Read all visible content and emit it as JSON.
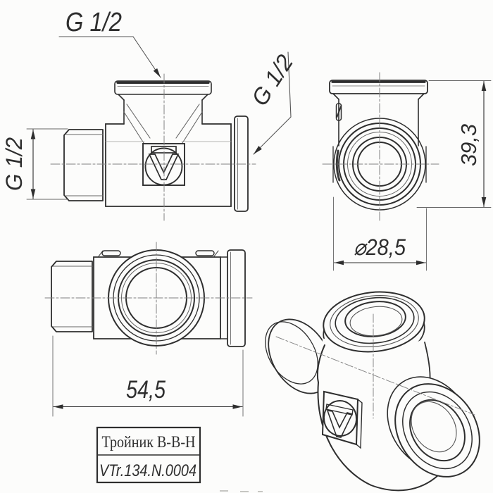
{
  "drawing": {
    "thread_labels": {
      "top": "G 1/2",
      "left": "G 1/2",
      "right": "G 1/2"
    },
    "dimensions": {
      "height": "39,3",
      "flange_diameter": "⌀28,5",
      "length": "54,5"
    },
    "title_block": {
      "product_name": "Тройник В-В-Н",
      "article": "VTr.134.N.0004"
    },
    "colors": {
      "line": "#2e2e2e",
      "thin_line": "#777777",
      "background": "#fcfcfb"
    }
  }
}
